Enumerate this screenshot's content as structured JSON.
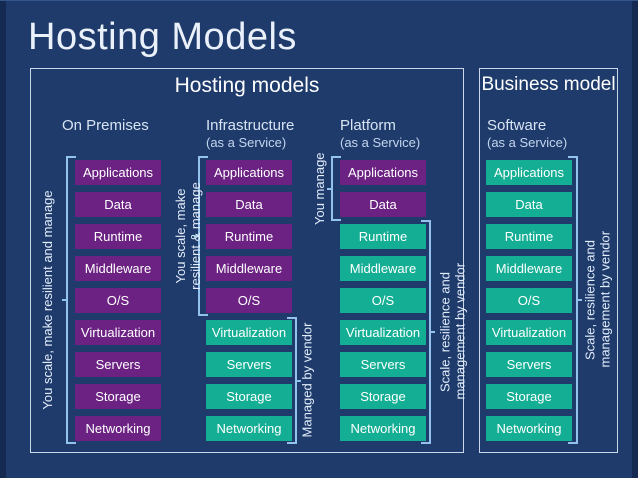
{
  "title": "Hosting Models",
  "panels": {
    "hosting": {
      "label": "Hosting models"
    },
    "business": {
      "label": "Business model"
    }
  },
  "layers": [
    "Applications",
    "Data",
    "Runtime",
    "Middleware",
    "O/S",
    "Virtualization",
    "Servers",
    "Storage",
    "Networking"
  ],
  "columns": [
    {
      "id": "on-premises",
      "name": "On Premises",
      "subtitle": "",
      "layers_managed_by_you": 9
    },
    {
      "id": "iaas",
      "name": "Infrastructure",
      "subtitle": "(as a Service)",
      "layers_managed_by_you": 5
    },
    {
      "id": "paas",
      "name": "Platform",
      "subtitle": "(as a Service)",
      "layers_managed_by_you": 2
    },
    {
      "id": "saas",
      "name": "Software",
      "subtitle": "(as a Service)",
      "layers_managed_by_you": 0
    }
  ],
  "annotations": {
    "on_premises_left": "You scale, make resilient and manage",
    "iaas_left_line1": "You scale, make",
    "iaas_left_line2": "resilient & manage",
    "iaas_right": "Managed by vendor",
    "paas_left": "You manage",
    "paas_right_line1": "Scale, resilience and",
    "paas_right_line2": "management by vendor",
    "saas_right_line1": "Scale, resilience and",
    "saas_right_line2": "management by vendor"
  },
  "colors": {
    "purple": "#6C2282",
    "teal": "#14AE94",
    "bracket": "#93C3EC",
    "background": "#1E3B6C",
    "panel_border": "#CBD8EA",
    "edge": "#152A50",
    "header_text": "#D8E4F4",
    "title_text": "#EAF1FA"
  }
}
